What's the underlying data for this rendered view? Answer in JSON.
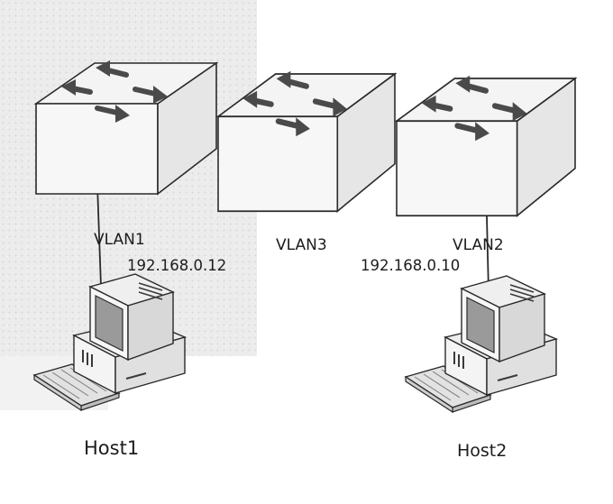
{
  "diagram": {
    "switches": [
      {
        "id": "switch-1"
      },
      {
        "id": "switch-2"
      },
      {
        "id": "switch-3"
      }
    ],
    "labels": {
      "vlan1": "VLAN1",
      "vlan3": "VLAN3",
      "vlan2": "VLAN2",
      "ip_host1": "192.168.0.12",
      "ip_host2": "192.168.0.10",
      "host1": "Host1",
      "host2": "Host2"
    },
    "icons": {
      "switch": "network-switch-icon",
      "computer": "desktop-computer-icon"
    },
    "colors": {
      "line": "#2a2a2a",
      "switch_top": "#f4f4f4",
      "switch_front": "#f7f7f7",
      "switch_side": "#e4e4e4",
      "arrow": "#4a4a4a"
    }
  }
}
